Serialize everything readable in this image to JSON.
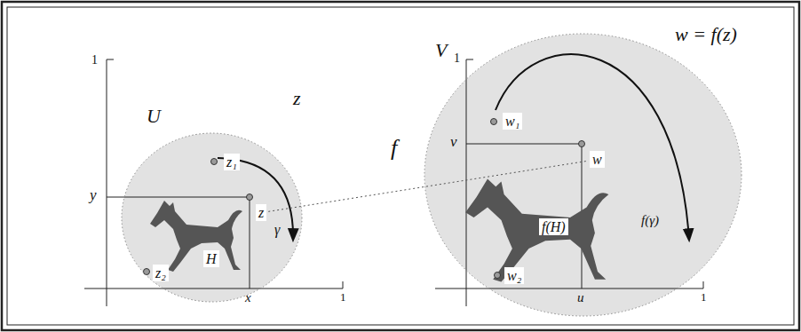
{
  "diagram": {
    "nodes": [
      {
        "text": [
          "U"
        ]
      },
      {
        "text": [
          "z₁"
        ],
        "in": 0
      },
      {
        "text": [
          "z"
        ],
        "in": 0
      },
      {
        "text": [
          "H"
        ],
        "in": 0
      },
      {
        "text": [
          "z₂"
        ],
        "in": 0
      },
      {
        "text": [
          "V"
        ]
      },
      {
        "text": [
          "w₁"
        ],
        "in": 5
      },
      {
        "text": [
          "w"
        ],
        "in": 5
      },
      {
        "text": [
          "f(H)"
        ],
        "in": 5
      },
      {
        "text": [
          "w₂"
        ],
        "in": 5
      }
    ],
    "edges": [
      {
        "from": 2,
        "to": 7,
        "arrow": "none",
        "label": "f"
      }
    ],
    "labels": [
      "1",
      "z",
      "y",
      "x",
      "1",
      "γ",
      "1",
      "w = f(z)",
      "v",
      "f(γ)",
      "u",
      "1"
    ]
  }
}
